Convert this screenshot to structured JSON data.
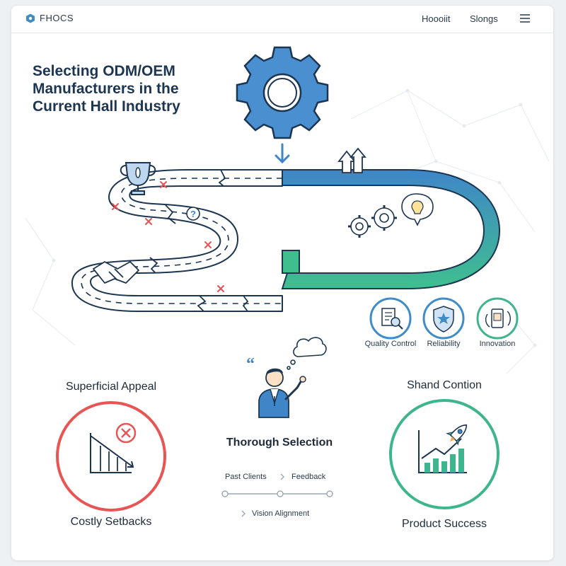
{
  "header": {
    "brand": "FHOCS",
    "nav": [
      {
        "label": "Hoooiit"
      },
      {
        "label": "Slongs"
      }
    ]
  },
  "title": {
    "lines": [
      "Selecting ODM/OEM",
      "Manufacturers in the",
      "Current Hall Industry"
    ]
  },
  "features": [
    {
      "label": "Quality Control",
      "icon": "document-magnifier-icon",
      "color": "#3f8cc7"
    },
    {
      "label": "Reliability",
      "icon": "shield-star-icon",
      "color": "#3f8cc7"
    },
    {
      "label": "Innovation",
      "icon": "device-cycle-icon",
      "color": "#3fb58e"
    }
  ],
  "left_outcome": {
    "heading": "Superficial Appeal",
    "caption": "Costly Setbacks",
    "color": "#e85555"
  },
  "center": {
    "heading": "Thorough Selection",
    "steps": [
      {
        "label": "Past Clients"
      },
      {
        "label": "Feedback"
      },
      {
        "label": "Vision Alignment"
      }
    ]
  },
  "right_outcome": {
    "heading": "Shand Contion",
    "caption": "Product Success",
    "color": "#3fb58e"
  },
  "colors": {
    "accent_blue": "#3f8cc7",
    "accent_green": "#3fb58e",
    "warning_red": "#e85555",
    "title_navy": "#1c3550"
  }
}
